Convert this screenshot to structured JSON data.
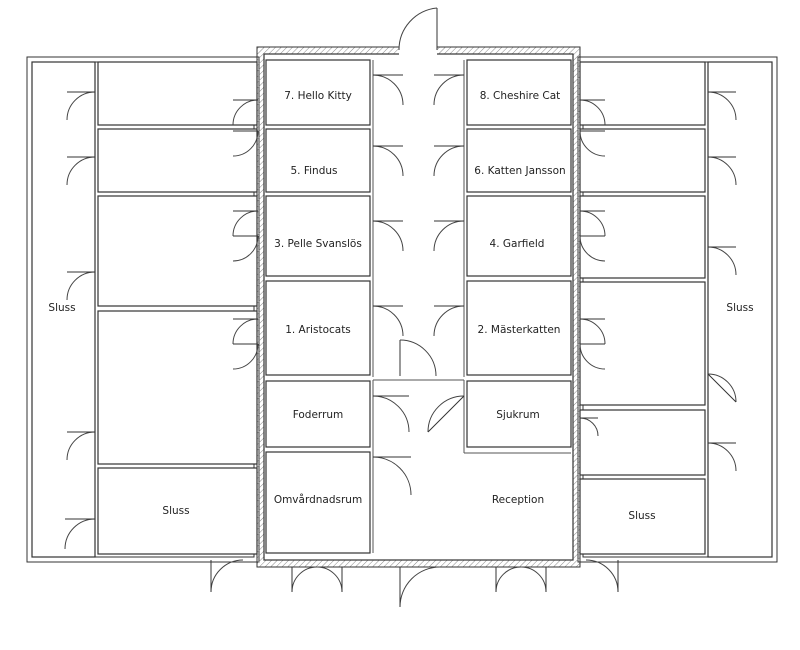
{
  "rooms": {
    "r7": "7. Hello Kitty",
    "r8": "8. Cheshire Cat",
    "r5": "5. Findus",
    "r6": "6. Katten Jansson",
    "r3": "3. Pelle Svanslös",
    "r4": "4. Garfield",
    "r1": "1. Aristocats",
    "r2": "2. Mästerkatten",
    "foderrum": "Foderrum",
    "sjukrum": "Sjukrum",
    "omvardnadsrum": "Omvårdnadsrum",
    "reception": "Reception",
    "sluss_left": "Sluss",
    "sluss_right": "Sluss",
    "sluss_bottom_left": "Sluss",
    "sluss_bottom_right": "Sluss"
  },
  "colors": {
    "line": "#333333",
    "background": "#ffffff"
  }
}
